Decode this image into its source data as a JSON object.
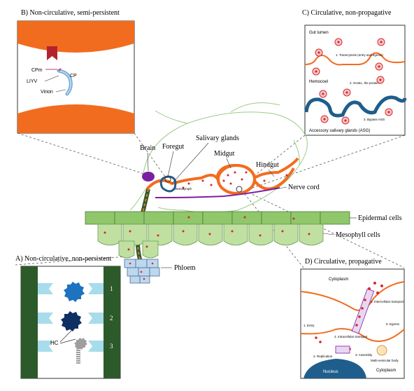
{
  "panels": {
    "b": {
      "title": "B) Non-circulative, semi-persistent",
      "labels": {
        "cpm": "CPm",
        "cp": "CP",
        "liyv": "LIYV",
        "virion": "Virion"
      }
    },
    "c": {
      "title": "C) Circulative, non-propagative",
      "labels": {
        "gut_lumen": "Gut lumen",
        "hemocoel": "Hemocoel",
        "asg": "Accessory salivary glands (ASG)",
        "step1": "1. Transcytosis (entry and egress)",
        "step2": "2. GroEL, the protein?",
        "step3": "3. Bypass ASG"
      }
    },
    "a": {
      "title": "A) Non-circulative, non-persistent",
      "labels": {
        "n1": "1",
        "n2": "2",
        "n3": "3",
        "hc": "HC"
      }
    },
    "d": {
      "title": "D) Circulative, propagative",
      "labels": {
        "cytoplasm_top": "Cytoplasm",
        "cytoplasm_bottom": "Cytoplasm",
        "nucleus": "Nucleus",
        "entry": "1. Entry",
        "replication": "2. Replication",
        "assembly": "3. Assembly",
        "intercellular": "4. Intercellular transport",
        "intracellular": "4. Intracellular transport",
        "egress": "5. Egress",
        "mvb": "Multi-vesicular body"
      }
    }
  },
  "insect": {
    "brain": "Brain",
    "foregut": "Foregut",
    "salivary_glands": "Salivary glands",
    "midgut": "Midgut",
    "hindgut": "Hindgut",
    "nerve_cord": "Nerve cord",
    "hemolymph": "Hemolymph"
  },
  "plant": {
    "epidermal": "Epidermal cells",
    "mesophyll": "Mesophyll cells",
    "phloem": "Phloem"
  },
  "colors": {
    "orange": "#F26C1F",
    "blue": "#1F5D8C",
    "green_cell": "#BFE0A0",
    "green_dark": "#2D5A2A",
    "virus_red": "#D9262B",
    "purple": "#7B1FA2"
  }
}
